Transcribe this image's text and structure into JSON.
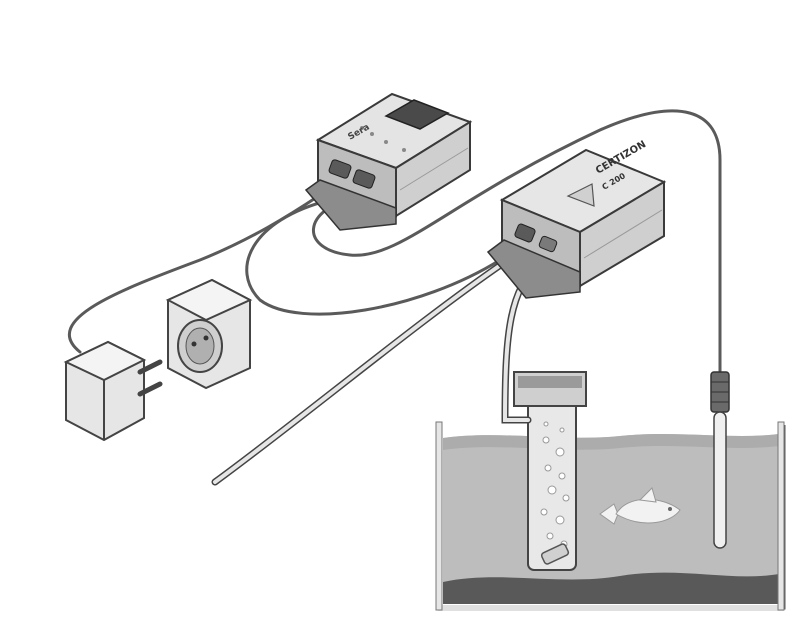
{
  "reactor_label": {
    "brand": "CERTIZON",
    "model": "C 200"
  },
  "controller_label": {
    "brand": "Sera"
  },
  "colors": {
    "outline": "#3a3a3a",
    "device_body": "#d9d9d9",
    "device_dark": "#8c8c8c",
    "cable": "#5a5a5a",
    "water": "#bdbdbd",
    "water_surface": "#a8a8a8",
    "substrate": "#595959",
    "tank_glass": "#ededed",
    "fish": "#f2f2f2",
    "bubble": "#ffffff"
  },
  "icons": {
    "plug": "power-plug-icon",
    "socket": "wall-socket-icon",
    "fish": "fish-icon",
    "warning": "warning-triangle-icon"
  }
}
